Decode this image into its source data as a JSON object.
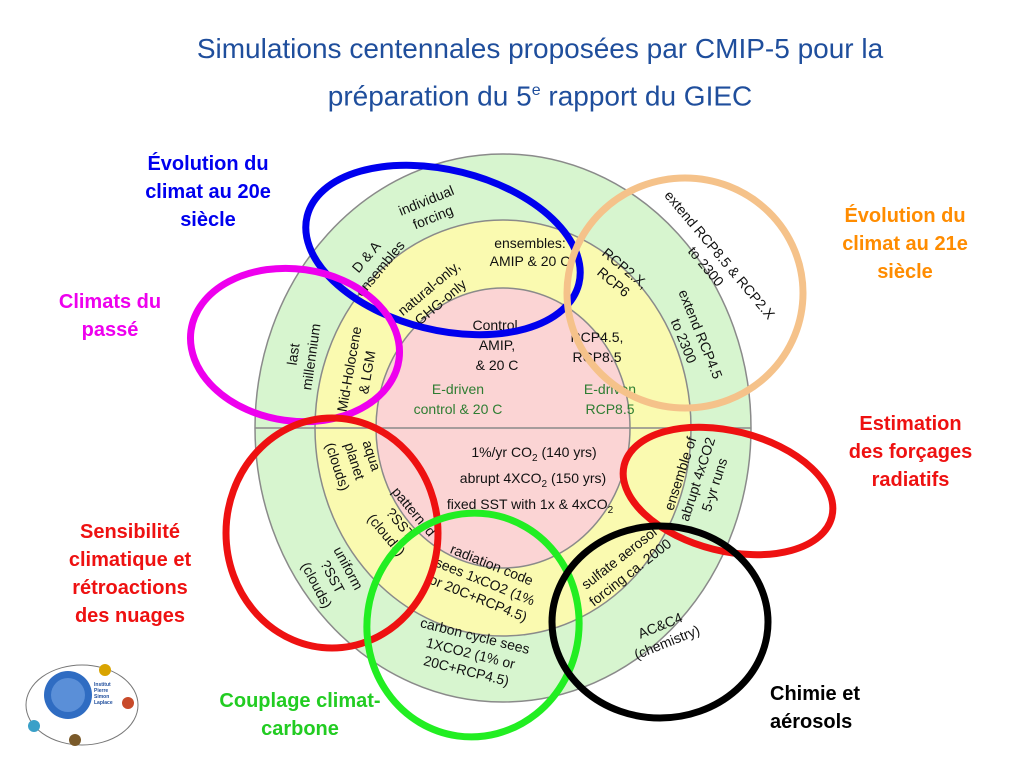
{
  "title": {
    "line1": "Simulations centennales proposées par CMIP-5 pour la",
    "line2_pre": "préparation du 5",
    "line2_sup": "e",
    "line2_post": " rapport du GIEC"
  },
  "labels": {
    "evo20": "Évolution du\nclimat au 20e\nsiècle",
    "evo21": "Évolution du\nclimat au 21e\nsiècle",
    "passe": "Climats du\npassé",
    "forcage": "Estimation\ndes forçages\nradiatifs",
    "sensib": "Sensibilité\nclimatique et\nrétroactions\ndes nuages",
    "couplage": "Couplage climat-\ncarbone",
    "chimie": "Chimie et\naérosols"
  },
  "colors": {
    "title": "#1f4e9c",
    "evo20": "#0000ee",
    "evo21": "#f5c28a",
    "passe": "#ee00ee",
    "forcage": "#ee1111",
    "sensib": "#ee1111",
    "couplage": "#22ee22",
    "chimie": "#000000",
    "evo21_label": "#ff8c00",
    "outer_ring": "#d7f5cf",
    "middle_ring": "#fafab0",
    "core": "#fbd4d4"
  },
  "diagram": {
    "core": {
      "control": "Control,",
      "amip": "AMIP,",
      "c20": "& 20 C",
      "rcp45": "RCP4.5,",
      "rcp85": "RCP8.5",
      "edriven1": "E-driven",
      "edriven1b": "control & 20 C",
      "edriven2": "E-driven",
      "edriven2b": "RCP8.5",
      "co2_pre": "1%/yr CO",
      "co2_sub": "2",
      "co2_post": " (140 yrs)",
      "abrupt_pre": "abrupt 4XCO",
      "abrupt_sub": "2",
      "abrupt_post": " (150 yrs)",
      "fixed_pre": "fixed SST with 1x & 4xCO",
      "fixed_sub": "2"
    },
    "middle": {
      "ensembles1": "ensembles:",
      "ensembles2": "AMIP & 20 C",
      "natural1": "natural-only,",
      "natural2": "GHG-only",
      "rcp26a": "RCP2.X,",
      "rcp26b": "RCP6",
      "midholo1": "Mid-Holocene",
      "midholo2": "& LGM",
      "aqua1": "aqua",
      "aqua2": "planet",
      "aqua3": "(clouds)",
      "pattern1": "patterned",
      "pattern2": "?SST",
      "pattern3": "(clouds)",
      "radiation1": "radiation code",
      "radiation2": "sees 1xCO2 (1%",
      "radiation3": "or 20C+RCP4.5)",
      "sulfate1": "sulfate aerosol",
      "sulfate2": "forcing ca. 2000",
      "ens4x1": "ensemble of",
      "ens4x2": "abrupt 4xCO2",
      "ens4x3": "5-yr runs"
    },
    "outer": {
      "individual1": "individual",
      "individual2": "forcing",
      "da1": "D & A",
      "da2": "ensembles",
      "extend1a": "extend RCP8.5 & RCP2.X",
      "extend1b": "to 2300",
      "extend2a": "extend RCP4.5",
      "extend2b": "to 2300",
      "last1": "last",
      "last2": "millennium",
      "uniform1": "uniform",
      "uniform2": "?SST",
      "uniform3": "(clouds)",
      "carbon1": "carbon cycle sees",
      "carbon2": "1XCO2 (1% or",
      "carbon3": "20C+RCP4.5)",
      "acc1": "AC&C4",
      "acc2": "(chemistry)"
    }
  },
  "logo": {
    "line1": "Institut",
    "line2": "Pierre",
    "line3": "Simon",
    "line4": "Laplace"
  }
}
